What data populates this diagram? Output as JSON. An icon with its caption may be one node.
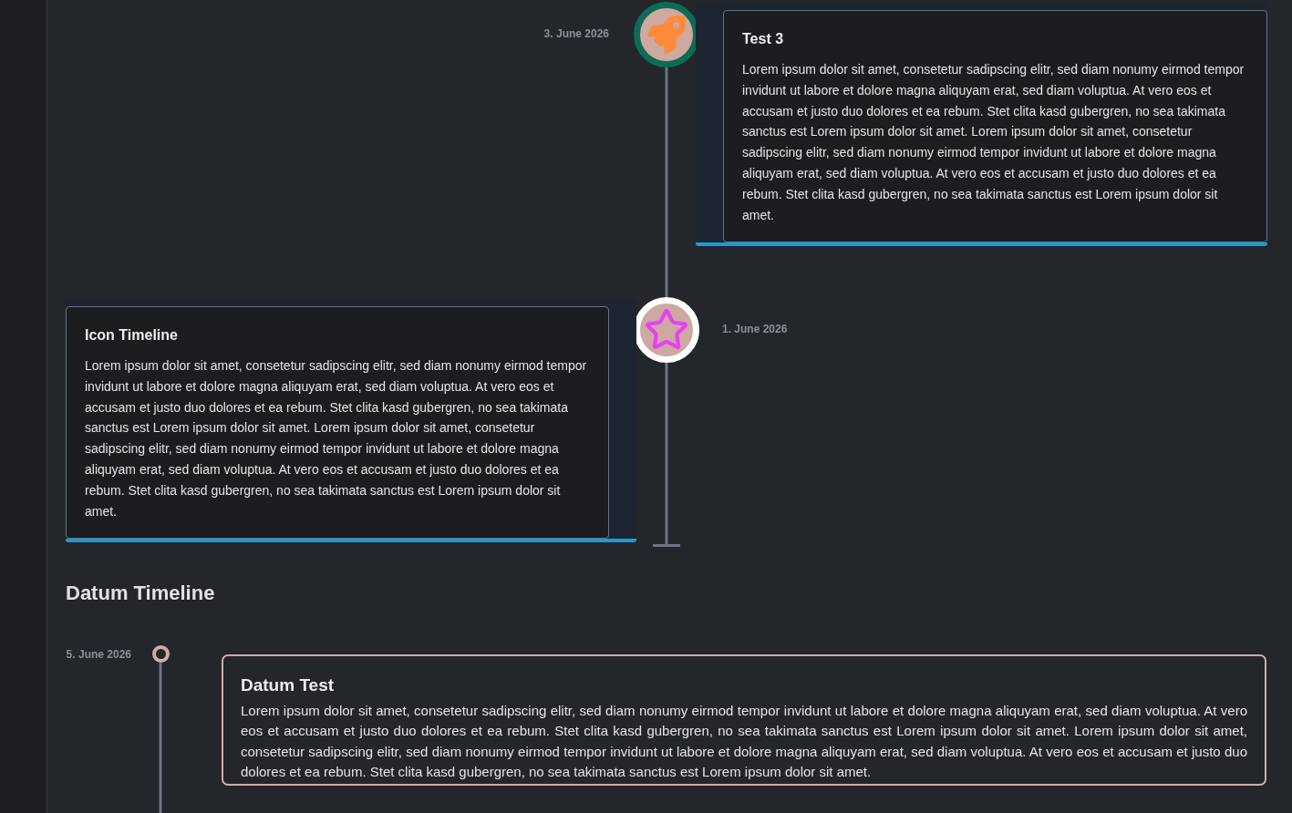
{
  "diagram": {
    "nodes": [
      {
        "text": [],
        "shape": "circle",
        "beside": [
          "3. June 2026"
        ]
      },
      {
        "text": [
          "Test 3",
          "Lorem ipsum dolor sit amet, consetetur sadipscing elitr, sed diam nonumy eirmod tempor invidunt ut labore et dolore magna aliquyam erat, sed diam voluptua. At vero eos et accusam et justo duo dolores et ea rebum. Stet clita kasd gubergren, no sea takimata sanctus est Lorem ipsum dolor sit amet. Lorem ipsum dolor sit amet, consetetur sadipscing elitr, sed diam nonumy eirmod tempor invidunt ut labore et dolore magna aliquyam erat, sed diam voluptua. At vero eos et accusam et justo duo dolores et ea rebum. Stet clita kasd gubergren, no sea takimata sanctus est Lorem ipsum dolor sit amet."
        ]
      },
      {
        "text": [],
        "shape": "circle",
        "beside": [
          "1. June 2026"
        ]
      },
      {
        "text": [
          "Icon Timeline",
          "Lorem ipsum dolor sit amet, consetetur sadipscing elitr, sed diam nonumy eirmod tempor invidunt ut labore et dolore magna aliquyam erat, sed diam voluptua. At vero eos et accusam et justo duo dolores et ea rebum. Stet clita kasd gubergren, no sea takimata sanctus est Lorem ipsum dolor sit amet. Lorem ipsum dolor sit amet, consetetur sadipscing elitr, sed diam nonumy eirmod tempor invidunt ut labore et dolore magna aliquyam erat, sed diam voluptua. At vero eos et accusam et justo duo dolores et ea rebum. Stet clita kasd gubergren, no sea takimata sanctus est Lorem ipsum dolor sit amet."
        ]
      },
      {
        "text": [],
        "shape": "circle",
        "beside": [
          "5. June 2026"
        ]
      },
      {
        "text": [
          "Datum Test",
          "Lorem ipsum dolor sit amet, consetetur sadipscing elitr, sed diam nonumy eirmod tempor invidunt ut labore et dolore magna aliquyam erat, sed diam voluptua. At vero eos et accusam et justo duo dolores et ea rebum. Stet clita kasd gubergren, no sea takimata sanctus est Lorem ipsum dolor sit amet. Lorem ipsum dolor sit amet, consetetur sadipscing elitr, sed diam nonumy eirmod tempor invidunt ut labore et dolore magna aliquyam erat, sed diam voluptua. At vero eos et accusam et justo duo dolores et ea rebum. Stet clita kasd gubergren, no sea takimata sanctus est Lorem ipsum dolor sit amet."
        ]
      }
    ],
    "edges": [
      {
        "from": 0,
        "to": 2,
        "arrow": "none"
      },
      {
        "from": 2,
        "to": null,
        "arrow": "other"
      },
      {
        "from": 4,
        "to": null,
        "arrow": "none"
      }
    ],
    "labels": [
      "Datum Timeline"
    ]
  }
}
